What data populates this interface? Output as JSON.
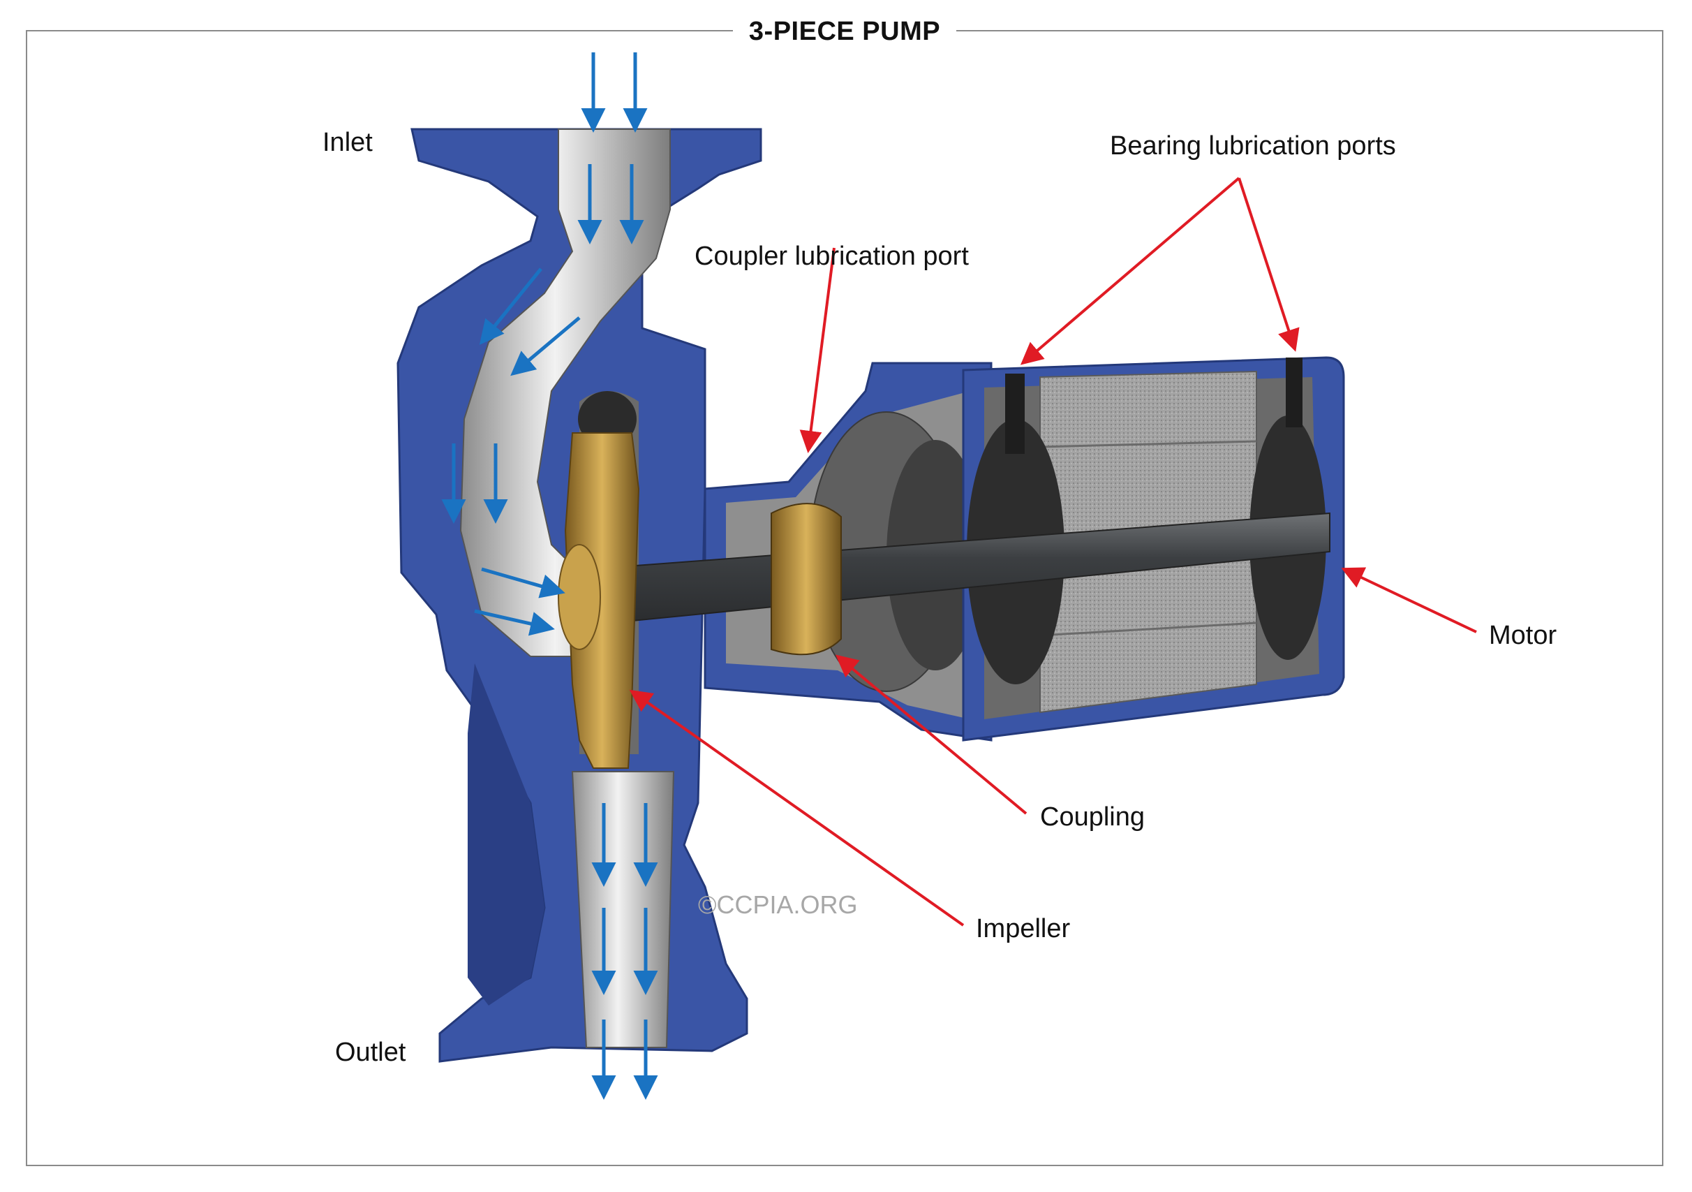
{
  "title": "3-PIECE PUMP",
  "labels": {
    "inlet": "Inlet",
    "outlet": "Outlet",
    "bearing_ports": "Bearing lubrication ports",
    "coupler_port": "Coupler lubrication port",
    "motor": "Motor",
    "coupling": "Coupling",
    "impeller": "Impeller"
  },
  "watermark": "©CCPIA.ORG",
  "colors": {
    "casing": "#3a55a6",
    "casing_dark": "#24397a",
    "pipe_interior": "#c4c4c4",
    "flow_arrows": "#1a73c2",
    "callout_arrows": "#e01b24",
    "impeller": "#b8923a",
    "shaft": "#4a4d50",
    "motor_core": "#9a9a9a"
  }
}
